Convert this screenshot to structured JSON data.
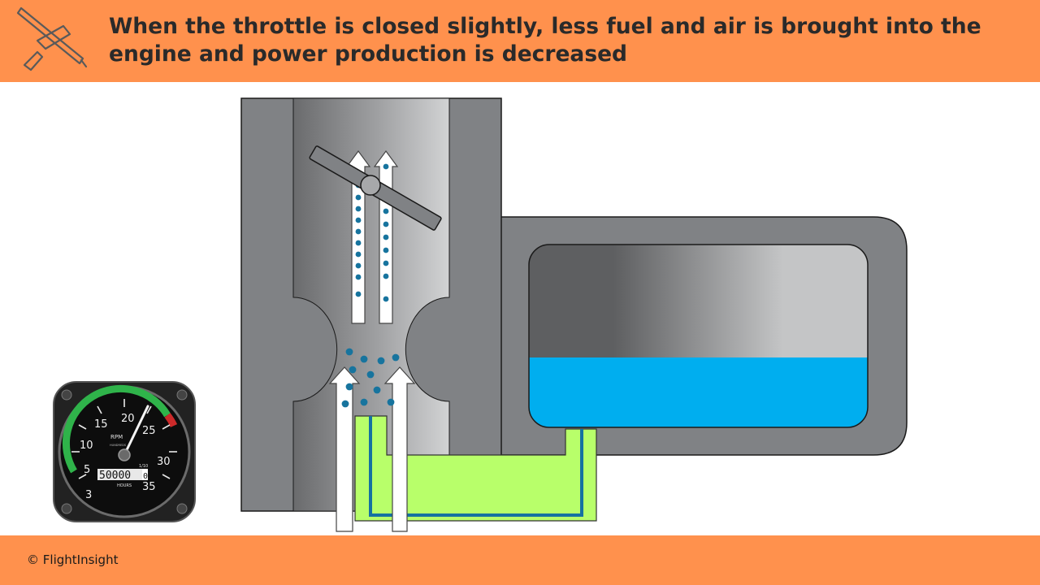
{
  "header": {
    "title": "When the throttle is closed slightly, less fuel and air is brought into the engine and power production is decreased",
    "logo_icon": "airplane-outline-icon"
  },
  "footer": {
    "copyright": "© FlightInsight"
  },
  "tachometer": {
    "label": "RPM",
    "sublabel": "HUNDREDS",
    "hours_label": "HOURS",
    "hour_meter": "50000",
    "hour_meter_tenths": "0",
    "scale_labels": [
      "3",
      "5",
      "10",
      "15",
      "20",
      "25",
      "30",
      "35"
    ],
    "tenths_marker": "1/10"
  },
  "colors": {
    "accent": "#FF914D",
    "fuel": "#00AEEF",
    "fuel_passage": "#B8FF6A",
    "fuel_line": "#1572A1",
    "fuel_droplet": "#17749E",
    "body": "#808285"
  }
}
